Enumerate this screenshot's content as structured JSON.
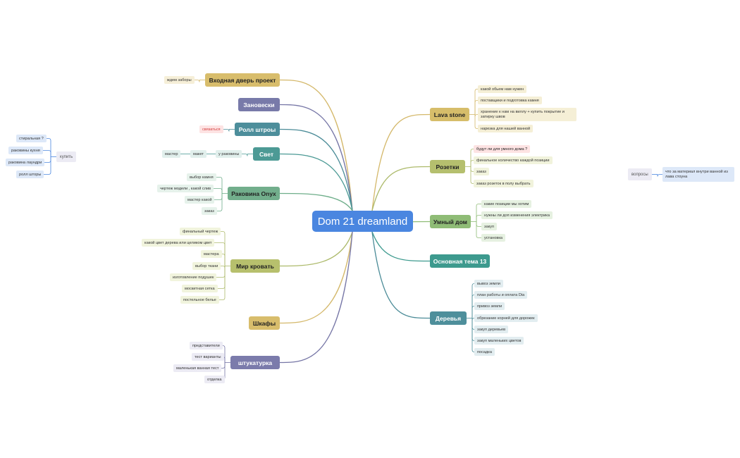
{
  "root": {
    "label": "Dom 21 dreamland"
  },
  "colors": {
    "root": "#4a86e0",
    "gold": "#d4b86a",
    "purple": "#7676a6",
    "teal": "#4c8c98",
    "green": "#6eae8a",
    "olive": "#adba6b",
    "olive_dark": "#5e9a80",
    "teal_dark": "#3a8f8a"
  },
  "left_branches": [
    {
      "label": "Входная дверь проект",
      "children": [
        "ждем заборы"
      ]
    },
    {
      "label": "Зановески",
      "children": []
    },
    {
      "label": "Ролл штроы",
      "children": [
        "связаться"
      ]
    },
    {
      "label": "Свет",
      "children": [
        "у раковины"
      ],
      "chain": [
        "макет",
        "мастер"
      ]
    },
    {
      "label": "Раковина Onyx",
      "children": [
        "выбор камня",
        "чертеж модели , какой слив",
        "мастер какой",
        "заказ"
      ]
    },
    {
      "label": "Мир кровать",
      "children": [
        "финальный чертеж",
        "какой цвет дерева или целиком цвет",
        "мастера",
        "выбор ткани",
        "изготовление подушек",
        "москитная сетка",
        "постельное белье"
      ]
    },
    {
      "label": "Шкафы",
      "children": []
    },
    {
      "label": "штукатурка",
      "children": [
        "представители",
        "тест варианты",
        "маленькая ванная тест",
        "отделка"
      ]
    }
  ],
  "right_branches": [
    {
      "label": "Lava stone",
      "children": [
        "какой обьем нам нужен",
        "поставщики и подготовка камня",
        "хранение к нам на виллу + купить покрытие и затирку швов",
        "нарезка для нашей ванной"
      ]
    },
    {
      "label": "Розетки",
      "children": [
        "будут ли для умного дома ?",
        "финальное количество каждой позиции",
        "заказ",
        "заказ розеток в полу выбрать"
      ]
    },
    {
      "label": "Умный дом",
      "children": [
        "какие позиции мы хотим",
        "нужны ли доп изменения электрика",
        "закуп",
        "установка"
      ]
    },
    {
      "label": "Основная тема 13",
      "children": []
    },
    {
      "label": "Деревья",
      "children": [
        "вывоз земли",
        "план работы и оплата Dia",
        "привоз земли",
        "обрезание корней для дорожек",
        "закуп деревьев",
        "закуп маленьких цветов",
        "посадка"
      ]
    }
  ],
  "floating": [
    {
      "label": "купить",
      "children": [
        "стиральная ?",
        "раковины кухня",
        "раковина лаундри",
        "ролл шторы"
      ]
    },
    {
      "label": "вопросы",
      "children": [
        "что за материал внутри ванной из лава стоуна"
      ]
    }
  ]
}
